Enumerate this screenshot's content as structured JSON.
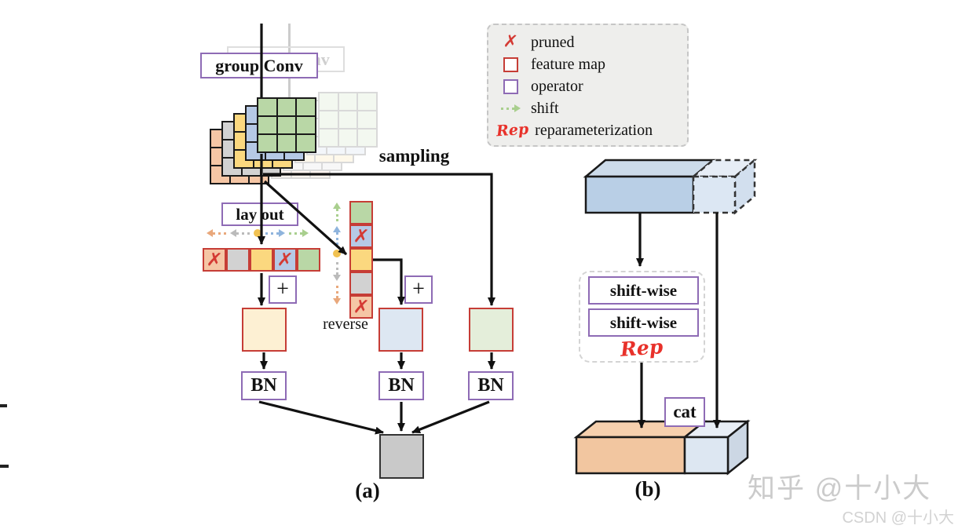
{
  "figure": {
    "panel_a_label": "(a)",
    "panel_b_label": "(b)"
  },
  "legend": {
    "items": [
      {
        "icon": "pruned-x-icon",
        "glyph": "✗",
        "label": "pruned"
      },
      {
        "icon": "feature-map-swatch",
        "label": "feature map"
      },
      {
        "icon": "operator-swatch",
        "label": "operator"
      },
      {
        "icon": "shift-arrow-icon",
        "label": "shift"
      },
      {
        "icon": "rep-icon",
        "glyph": "Rep",
        "label": "reparameterization"
      }
    ]
  },
  "panel_a": {
    "group_conv_label": "group Conv",
    "layout_label": "lay out",
    "sampling_label": "sampling",
    "reverse_label": "reverse",
    "plus_label": "+",
    "bn_label": "BN",
    "pruned_glyph": "✗",
    "stack_layers_front_to_back": [
      "green",
      "blue",
      "yellow",
      "gray",
      "orange"
    ],
    "row_cells": [
      {
        "color": "orange",
        "pruned": true
      },
      {
        "color": "gray",
        "pruned": false
      },
      {
        "color": "yellow",
        "pruned": false
      },
      {
        "color": "blue",
        "pruned": true
      },
      {
        "color": "green",
        "pruned": false
      }
    ],
    "column_cells": [
      {
        "color": "green",
        "pruned": false
      },
      {
        "color": "blue",
        "pruned": true
      },
      {
        "color": "yellow",
        "pruned": false
      },
      {
        "color": "gray",
        "pruned": false
      },
      {
        "color": "orange",
        "pruned": true
      }
    ],
    "shift_arrows_horizontal": [
      {
        "color": "orange",
        "dir": "left"
      },
      {
        "color": "gray",
        "dir": "left"
      },
      {
        "color": "yellow",
        "dir": "dot"
      },
      {
        "color": "blue",
        "dir": "right"
      },
      {
        "color": "green",
        "dir": "right"
      }
    ],
    "shift_arrows_vertical": [
      {
        "color": "green",
        "dir": "up"
      },
      {
        "color": "blue",
        "dir": "up"
      },
      {
        "color": "yellow",
        "dir": "dot"
      },
      {
        "color": "gray",
        "dir": "down"
      },
      {
        "color": "orange",
        "dir": "down"
      }
    ]
  },
  "panel_b": {
    "shift_wise_label": "shift-wise",
    "rep_label": "Rep",
    "cat_label": "cat"
  },
  "watermarks": {
    "primary": "知乎 @十小大",
    "secondary": "CSDN @十小大"
  },
  "colors": {
    "cell": {
      "orange": "#f5c6a5",
      "gray": "#d2d2d2",
      "yellow": "#fbd87f",
      "blue": "#b6c9e5",
      "green": "#b9d7a6"
    },
    "big_box": {
      "yellow": "#fdf0d3",
      "blue": "#dde7f2",
      "green": "#e4eeda",
      "gray": "#c9c9c9"
    },
    "arrow": {
      "orange": "#e9a87c",
      "gray": "#bbbbbb",
      "yellow": "#f1c252",
      "blue": "#8fb4dd",
      "green": "#a9cf8e"
    },
    "box3d": {
      "blue_top": "#ccdbea",
      "blue_front": "#b9cfe6",
      "dash_top": "#e6edf6",
      "dash_front": "#dce7f3",
      "dash_side": "#d2dfee",
      "orange_top": "#f6d0ae",
      "orange_front": "#f2c6a0",
      "cat_blue_top": "#e8eef6",
      "cat_blue_front": "#dde7f2",
      "cat_blue_side": "#ccd7e4"
    },
    "feature_border": "#c63d36",
    "operator_border": "#8e6bb5",
    "pruned_red": "#d43a34",
    "rep_red": "#e8312a"
  }
}
